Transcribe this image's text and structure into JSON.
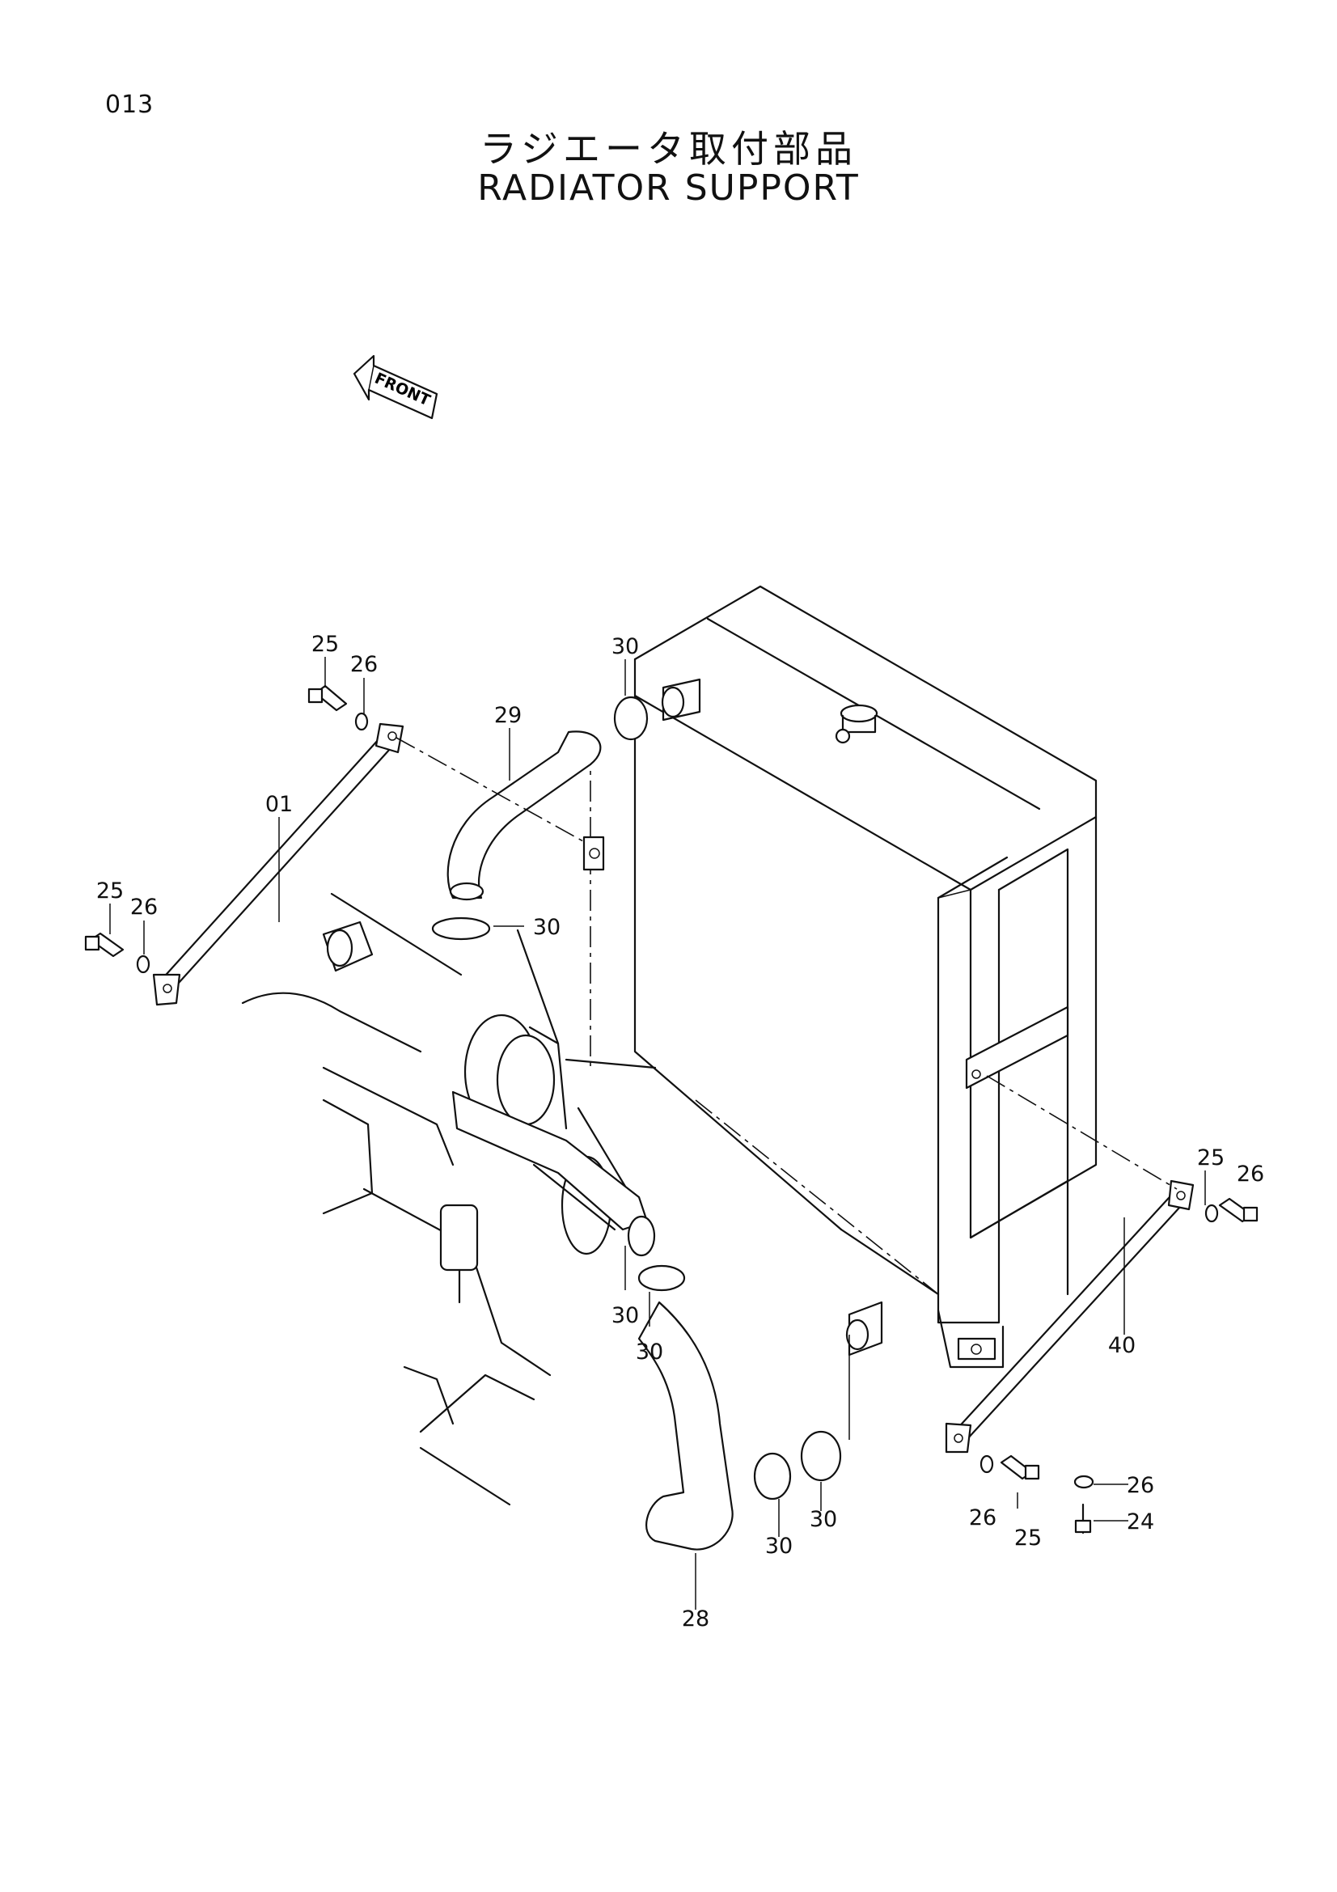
{
  "header": {
    "page_code": "013",
    "title_jp": "ラジエータ取付部品",
    "title_en": "RADIATOR SUPPORT"
  },
  "orientation": {
    "label": "FRONT",
    "icon": "front-arrow-icon"
  },
  "callouts": [
    {
      "id": "c-01",
      "label": "01"
    },
    {
      "id": "c-25a",
      "label": "25"
    },
    {
      "id": "c-26a",
      "label": "26"
    },
    {
      "id": "c-25b",
      "label": "25"
    },
    {
      "id": "c-26b",
      "label": "26"
    },
    {
      "id": "c-29",
      "label": "29"
    },
    {
      "id": "c-30a",
      "label": "30"
    },
    {
      "id": "c-30b",
      "label": "30"
    },
    {
      "id": "c-30c",
      "label": "30"
    },
    {
      "id": "c-30d",
      "label": "30"
    },
    {
      "id": "c-30e",
      "label": "30"
    },
    {
      "id": "c-30f",
      "label": "30"
    },
    {
      "id": "c-28",
      "label": "28"
    },
    {
      "id": "c-25c",
      "label": "25"
    },
    {
      "id": "c-26c",
      "label": "26"
    },
    {
      "id": "c-40",
      "label": "40"
    },
    {
      "id": "c-26d",
      "label": "26"
    },
    {
      "id": "c-25d",
      "label": "25"
    },
    {
      "id": "c-26e",
      "label": "26"
    },
    {
      "id": "c-24",
      "label": "24"
    }
  ]
}
